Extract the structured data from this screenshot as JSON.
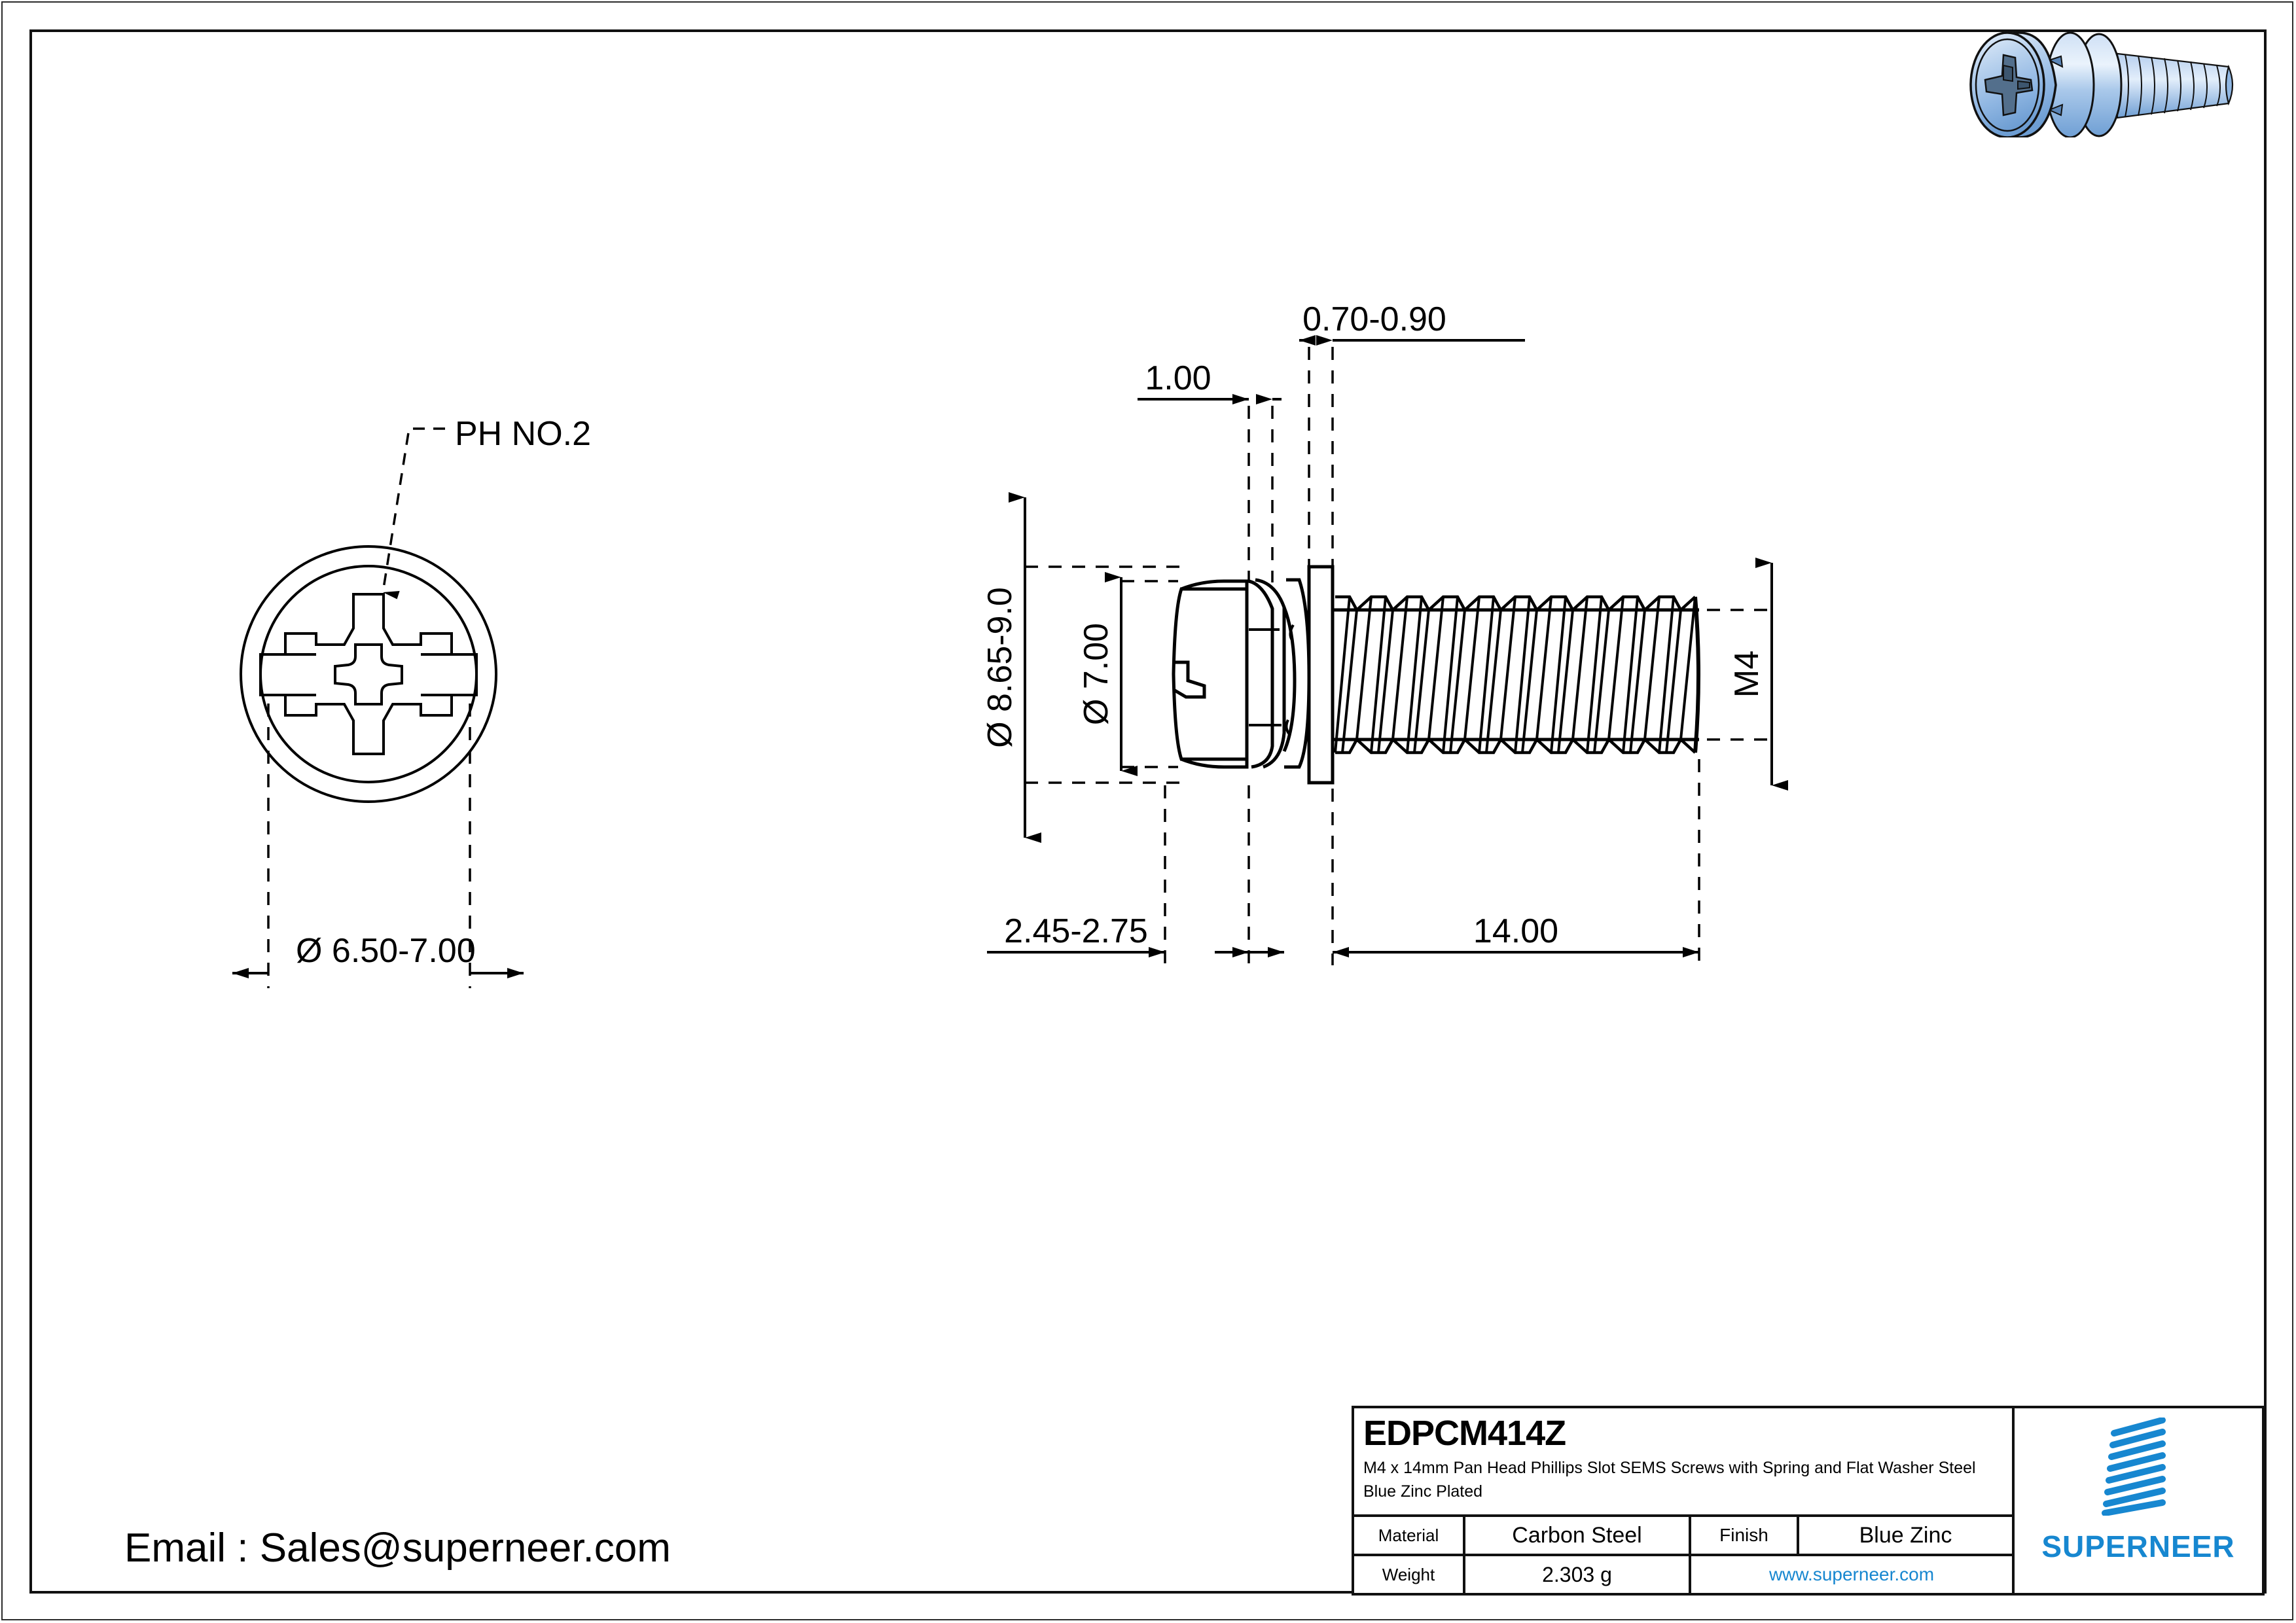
{
  "drawing": {
    "front_view": {
      "callout_label": "PH NO.2",
      "diameter_dim": "Ø 6.50-7.00"
    },
    "side_view": {
      "top_dim_1": "0.70-0.90",
      "top_dim_2": "1.00",
      "left_dim_outer": "Ø 8.65-9.0",
      "left_dim_inner": "Ø 7.00",
      "right_dim": "M4",
      "bottom_dim_head": "2.45-2.75",
      "bottom_dim_length": "14.00"
    }
  },
  "title_block": {
    "part_number": "EDPCM414Z",
    "description": "M4 x 14mm Pan Head Phillips Slot SEMS Screws with Spring and Flat Washer Steel Blue Zinc Plated",
    "material_label": "Material",
    "material_value": "Carbon Steel",
    "finish_label": "Finish",
    "finish_value": "Blue Zinc",
    "weight_label": "Weight",
    "weight_value": "2.303 g",
    "website": "www.superneer.com",
    "brand_name": "SUPERNEER"
  },
  "footer": {
    "email": "Email : Sales@superneer.com"
  },
  "colors": {
    "brand_blue": "#1787d0",
    "line_black": "#000000",
    "render_blue_light": "#cfe0f5",
    "render_blue_mid": "#9dc0e8",
    "render_blue_dark": "#6f9fd4"
  },
  "icons": {
    "logo": "superneer-bars-logo",
    "render": "screw-3d-render"
  }
}
